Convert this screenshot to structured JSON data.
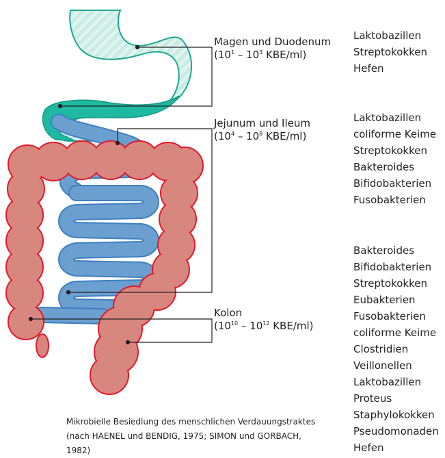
{
  "regions": [
    {
      "name": "Magen und Duodenum",
      "concentration": {
        "prefix": "(10",
        "exp1": "1",
        "mid": " – 10",
        "exp2": "3",
        "suffix": " KBE/ml)"
      },
      "bacteria": [
        "Laktobazillen",
        "Streptokokken",
        "Hefen"
      ]
    },
    {
      "name": "Jejunum und Ileum",
      "concentration": {
        "prefix": "(10",
        "exp1": "4",
        "mid": " – 10",
        "exp2": "8",
        "suffix": " KBE/ml)"
      },
      "bacteria": [
        "Laktobazillen",
        "coliforme Keime",
        "Streptokokken",
        "Bakteroides",
        "Bifidobakterien",
        "Fusobakterien"
      ]
    },
    {
      "name": "Kolon",
      "concentration": {
        "prefix": "(10",
        "exp1": "10",
        "mid": " – 10",
        "exp2": "12",
        "suffix": " KBE/ml)"
      },
      "bacteria": [
        "Bakteroides",
        "Bifidobakterien",
        "Streptokokken",
        "Eubakterien",
        "Fusobakterien",
        "coliforme Keime",
        "Clostridien",
        "Veillonellen",
        "Laktobazillen",
        "Proteus",
        "Staphylokokken",
        "Pseudomonaden",
        "Hefen"
      ]
    }
  ],
  "caption": "Mikrobielle Besiedlung des menschlichen Verdauungstraktes (nach HAENEL und BENDIG, 1975; SIMON und GORBACH, 1982)",
  "colors": {
    "stomach_fill": "#c9ebe3",
    "stomach_stroke": "#1aa892",
    "duodenum": "#1fb8a0",
    "small_intestine_fill": "#6a9fd0",
    "small_intestine_stroke": "#3f7fc0",
    "colon_fill": "#d8877f",
    "colon_stroke": "#e2192a",
    "leader_line": "#231f20"
  }
}
